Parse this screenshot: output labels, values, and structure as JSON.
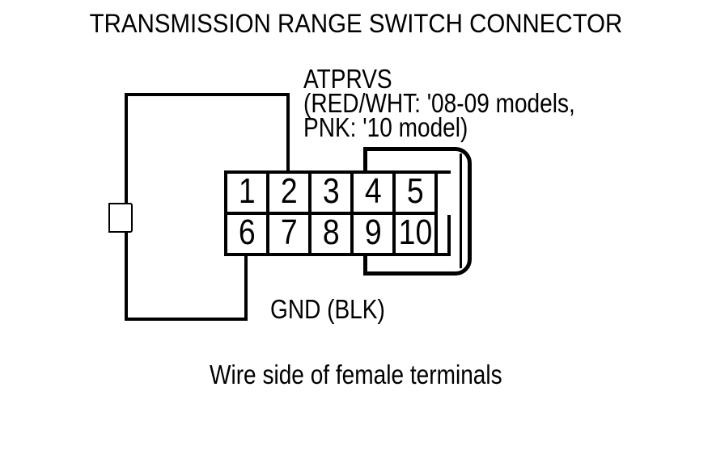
{
  "title": "TRANSMISSION RANGE SWITCH CONNECTOR",
  "labels": {
    "atprvs": {
      "lines": [
        "ATPRVS",
        "(RED/WHT: '08-09 models,",
        "PNK: '10 model)"
      ]
    },
    "gnd": "GND (BLK)"
  },
  "caption": "Wire side of female terminals",
  "connector": {
    "pin_rows": [
      [
        "1",
        "2",
        "3",
        "4",
        "5"
      ],
      [
        "6",
        "7",
        "8",
        "9",
        "10"
      ]
    ]
  },
  "colors": {
    "line": "#000000",
    "background": "#ffffff"
  }
}
